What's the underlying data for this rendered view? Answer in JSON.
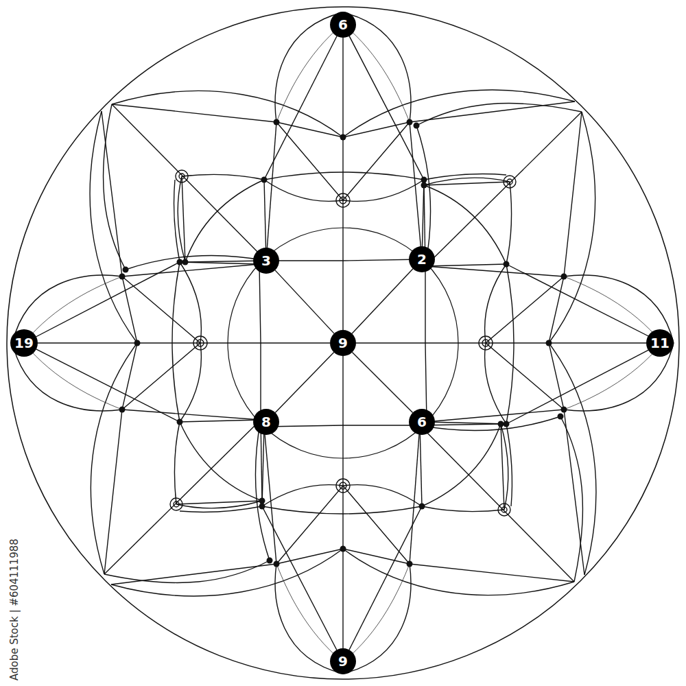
{
  "diagram": {
    "nodes": [
      {
        "text": [
          "6"
        ]
      },
      {
        "text": [
          "3"
        ]
      },
      {
        "text": [
          "2"
        ]
      },
      {
        "text": [
          "19"
        ]
      },
      {
        "text": [
          "9"
        ]
      },
      {
        "text": [
          "11"
        ]
      },
      {
        "text": [
          "8"
        ]
      },
      {
        "text": [
          "6"
        ]
      },
      {
        "text": [
          "9"
        ]
      }
    ],
    "edges": [
      {
        "from": 4,
        "to": 1,
        "arrow": "none"
      },
      {
        "from": 4,
        "to": 2,
        "arrow": "none"
      },
      {
        "from": 4,
        "to": 6,
        "arrow": "none"
      },
      {
        "from": 4,
        "to": 7,
        "arrow": "none"
      },
      {
        "from": 3,
        "to": 4,
        "arrow": "none"
      },
      {
        "from": 4,
        "to": 5,
        "arrow": "none"
      },
      {
        "from": 0,
        "to": 4,
        "arrow": "none"
      },
      {
        "from": 4,
        "to": 8,
        "arrow": "none"
      }
    ],
    "labels": [
      "Adobe Stock | #604111988"
    ]
  }
}
